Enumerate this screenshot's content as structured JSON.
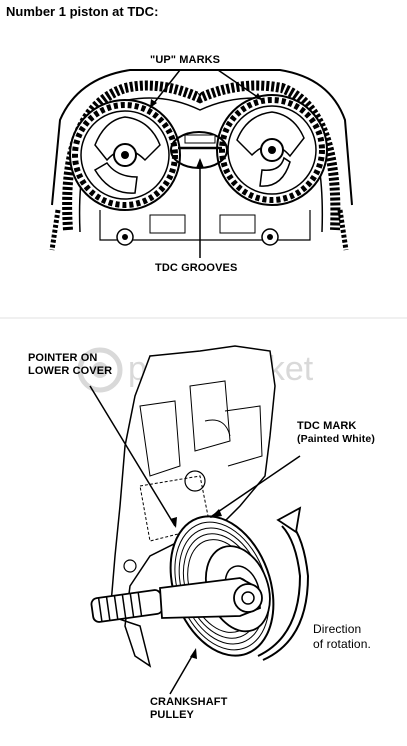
{
  "title": "Number 1 piston at TDC:",
  "top_diagram": {
    "up_marks_label": "\"UP\" MARKS",
    "tdc_grooves_label": "TDC GROOVES"
  },
  "bottom_diagram": {
    "pointer_label_line1": "POINTER ON",
    "pointer_label_line2": "LOWER COVER",
    "tdc_mark_label_line1": "TDC MARK",
    "tdc_mark_label_line2": "(Painted White)",
    "direction_line1": "Direction",
    "direction_line2": "of rotation.",
    "crankshaft_line1": "CRANKSHAFT",
    "crankshaft_line2": "PULLEY"
  },
  "watermark": {
    "text": "photobucket"
  },
  "colors": {
    "ink": "#000000",
    "background": "#ffffff",
    "watermark": "#d9d9d9"
  }
}
